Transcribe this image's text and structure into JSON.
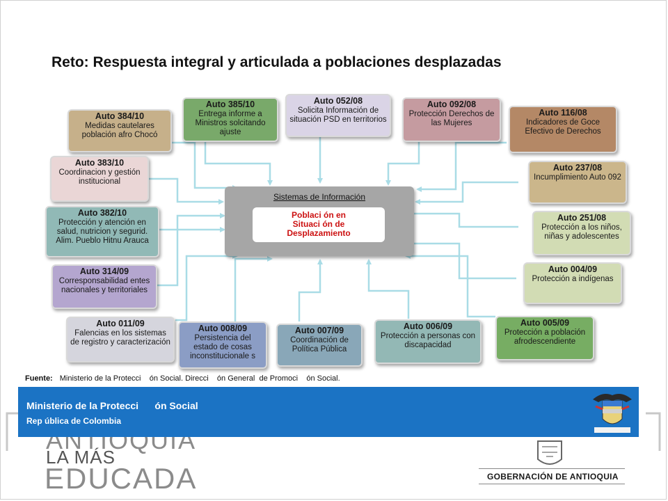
{
  "title": "Reto: Respuesta integral y articulada a poblaciones desplazadas",
  "center": {
    "title": "Sistemas de Información",
    "line1": "Poblaci ón en",
    "line2": "Situaci ón de",
    "line3": "Desplazamiento"
  },
  "autos": [
    {
      "id": "auto-384-10",
      "title": "Auto 384/10",
      "desc": "Medidas cautelares población afro Chocó",
      "color": "#c6b08a"
    },
    {
      "id": "auto-385-10",
      "title": "Auto 385/10",
      "desc": "Entrega informe a Ministros solcitando ajuste",
      "color": "#79a96a"
    },
    {
      "id": "auto-052-08",
      "title": "Auto 052/08",
      "desc": "Solicita Información de situación PSD en territorios",
      "color": "#dad4e6"
    },
    {
      "id": "auto-092-08",
      "title": "Auto 092/08",
      "desc": "Protección Derechos de las Mujeres",
      "color": "#c59ba0"
    },
    {
      "id": "auto-116-08",
      "title": "Auto 116/08",
      "desc": "Indicadores de Goce Efectivo de Derechos",
      "color": "#b48866"
    },
    {
      "id": "auto-383-10",
      "title": "Auto 383/10",
      "desc": "Coordinacion y gestión institucional",
      "color": "#ead6d6"
    },
    {
      "id": "auto-237-08",
      "title": "Auto 237/08",
      "desc": "Incumplimiento Auto 092",
      "color": "#cbb68b"
    },
    {
      "id": "auto-382-10",
      "title": "Auto 382/10",
      "desc": "Protección y atención en salud, nutricion y segurid. Alim. Pueblo Hitnu Arauca",
      "color": "#91b9b6"
    },
    {
      "id": "auto-251-08",
      "title": "Auto 251/08",
      "desc": "Protección a los niños, niñas y adolescentes",
      "color": "#d2dcb4"
    },
    {
      "id": "auto-314-09",
      "title": "Auto 314/09",
      "desc": "Corresponsabilidad entes nacionales y territoriales",
      "color": "#b4a6cf"
    },
    {
      "id": "auto-004-09",
      "title": "Auto 004/09",
      "desc": "Protección a indígenas",
      "color": "#d2dcb4"
    },
    {
      "id": "auto-011-09",
      "title": "Auto 011/09",
      "desc": "Falencias en los sistemas de registro y caracterización",
      "color": "#d5d5dd"
    },
    {
      "id": "auto-008-09",
      "title": "Auto 008/09",
      "desc": "Persistencia del estado de cosas inconstitucionale s",
      "color": "#8b9dc5"
    },
    {
      "id": "auto-007-09",
      "title": "Auto 007/09",
      "desc": "Coordinación de Política Pública",
      "color": "#89a7b8"
    },
    {
      "id": "auto-006-09",
      "title": "Auto 006/09",
      "desc": "Protección a personas con discapacidad",
      "color": "#93b8b5"
    },
    {
      "id": "auto-005-09",
      "title": "Auto 005/09",
      "desc": "Protección a población afrodescendiente",
      "color": "#77ad63"
    }
  ],
  "source": {
    "label": "Fuente:",
    "text": "Ministerio de la Protecci    ón Social. Direcci    ón General  de Promoci    ón Social."
  },
  "banner": {
    "ministry": "Ministerio de la Protecci      ón Social",
    "republic": "Rep ública de Colombia",
    "crest_icon": "colombia-crest-icon"
  },
  "footer": {
    "antioquia_line1": "ANTIOQUIA",
    "antioquia_line2": "LA MÁS",
    "antioquia_line3": "EDUCADA",
    "gobernacion": "GOBERNACIÓN DE ANTIOQUIA",
    "seal_icon": "antioquia-seal-icon"
  },
  "colors": {
    "banner": "#1b73c4",
    "arrow": "#a9dce6",
    "center_bg": "#a6a6a6",
    "center_text": "#cc1111"
  }
}
